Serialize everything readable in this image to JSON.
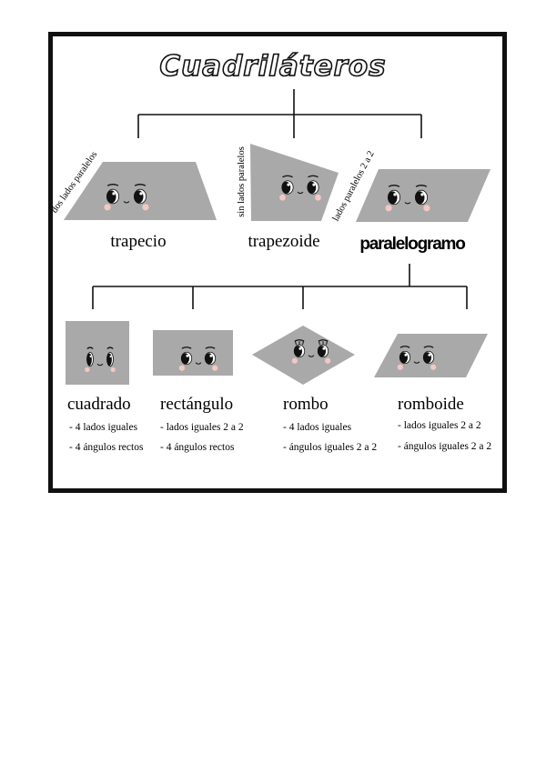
{
  "title": "Cuadriláteros",
  "top_categories": [
    {
      "name": "trapecio",
      "side_note": "dos lados paralelos",
      "icon": "trapezium-face-icon"
    },
    {
      "name": "trapezoide",
      "side_note": "sin lados paralelos",
      "icon": "trapezoid-face-icon"
    },
    {
      "name": "paralelogramo",
      "side_note": "lados paralelos 2 a 2",
      "icon": "parallelogram-face-icon"
    }
  ],
  "parallelogram_types": [
    {
      "name": "cuadrado",
      "properties": [
        "- 4 lados iguales",
        "- 4 ángulos rectos"
      ],
      "icon": "square-face-icon"
    },
    {
      "name": "rectángulo",
      "properties": [
        "- lados iguales 2 a 2",
        "- 4 ángulos rectos"
      ],
      "icon": "rectangle-face-icon"
    },
    {
      "name": "rombo",
      "properties": [
        "- 4 lados iguales",
        "- ángulos iguales 2 a 2"
      ],
      "icon": "rhombus-face-icon"
    },
    {
      "name": "romboide",
      "properties": [
        "- lados iguales 2 a 2",
        "- ángulos iguales 2 a 2"
      ],
      "icon": "rhomboid-face-icon"
    }
  ],
  "colors": {
    "shape_fill": "#a9a9a9",
    "line": "#111111",
    "cheek": "#f4c7c3",
    "background": "#ffffff"
  }
}
